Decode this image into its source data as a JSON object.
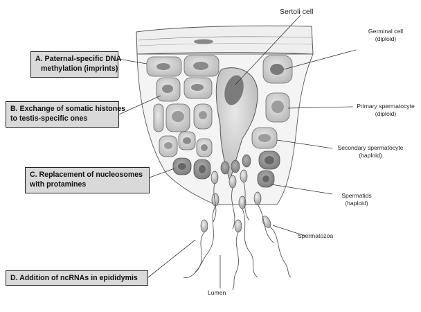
{
  "boxes": {
    "a": {
      "line1": "A. Paternal-specific DNA",
      "line2": "methylation (imprints)"
    },
    "b": {
      "line1": "B. Exchange of somatic histones",
      "line2": "to testis-specific ones"
    },
    "c": {
      "line1": "C. Replacement of nucleosomes",
      "line2": "with protamines"
    },
    "d": {
      "line1": "D. Addition of ncRNAs in epididymis"
    }
  },
  "labels": {
    "sertoli": "Sertoli cell",
    "germinal": {
      "line1": "Germinal cell",
      "line2": "(diploid)"
    },
    "primary": {
      "line1": "Primary spermatocyte",
      "line2": "(diploid)"
    },
    "secondary": {
      "line1": "Secondary spermatocyte",
      "line2": "(haploid)"
    },
    "spermatids": {
      "line1": "Spermatids",
      "line2": "(haploid)"
    },
    "spermatozoa": "Spermatozoa",
    "lumen": "Lumen"
  }
}
